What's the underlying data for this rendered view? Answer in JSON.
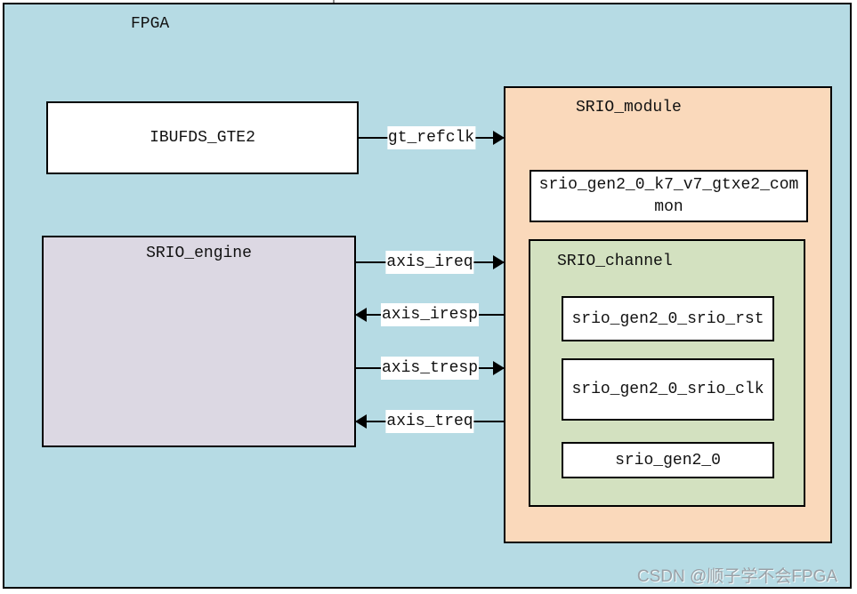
{
  "diagram": {
    "title": "FPGA",
    "watermark": "CSDN @顺子学不会FPGA",
    "blocks": {
      "ibufds": {
        "label": "IBUFDS_GTE2"
      },
      "srio_engine": {
        "label": "SRIO_engine"
      },
      "srio_module": {
        "label": "SRIO_module"
      },
      "gtxe2_common": {
        "label": "srio_gen2_0_k7_v7_gtxe2_common"
      },
      "srio_channel": {
        "label": "SRIO_channel"
      },
      "srio_rst": {
        "label": "srio_gen2_0_srio_rst"
      },
      "srio_clk": {
        "label": "srio_gen2_0_srio_clk"
      },
      "srio_gen2": {
        "label": "srio_gen2_0"
      }
    },
    "connections": [
      {
        "label": "gt_refclk",
        "direction": "right",
        "from": "IBUFDS_GTE2",
        "to": "SRIO_module"
      },
      {
        "label": "axis_ireq",
        "direction": "right",
        "from": "SRIO_engine",
        "to": "SRIO_module"
      },
      {
        "label": "axis_iresp",
        "direction": "left",
        "from": "SRIO_module",
        "to": "SRIO_engine"
      },
      {
        "label": "axis_tresp",
        "direction": "right",
        "from": "SRIO_engine",
        "to": "SRIO_module"
      },
      {
        "label": "axis_treq",
        "direction": "left",
        "from": "SRIO_module",
        "to": "SRIO_engine"
      }
    ],
    "colors": {
      "fpga_background": "#b6dbe4",
      "srio_module_background": "#fad9bb",
      "srio_channel_background": "#d3e1c0",
      "srio_engine_background": "#dcd8e3",
      "leaf_box_background": "#ffffff",
      "border": "#000000",
      "watermark_gray": "#9aa0a6"
    }
  }
}
